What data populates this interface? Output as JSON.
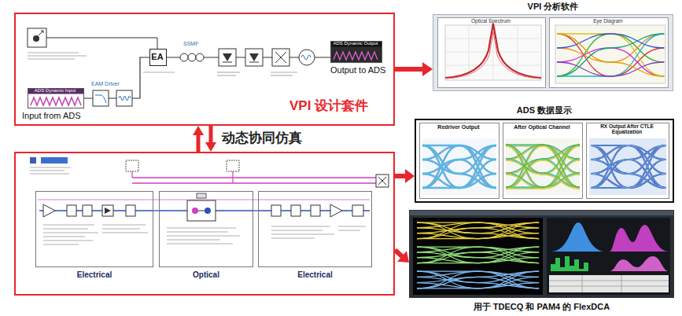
{
  "diagram": {
    "nodes": [
      {
        "text": [
          "VPI 设计套件"
        ]
      },
      {
        "text": [
          "ADS Dynamic Input",
          "Input from ADS"
        ],
        "in": 0
      },
      {
        "text": [
          "EA"
        ],
        "in": 0
      },
      {
        "text": [
          "ADS Dynamic Output",
          "Output to ADS"
        ],
        "in": 0
      },
      {
        "text": [
          "VPI 分析软件"
        ]
      },
      {
        "text": [
          "Optical Spectrum"
        ],
        "in": 4
      },
      {
        "text": [
          "Eye Diagram"
        ],
        "in": 4
      },
      {
        "text": []
      },
      {
        "text": [
          "Electrical"
        ],
        "in": 7
      },
      {
        "text": [
          "Optical"
        ],
        "in": 7
      },
      {
        "text": [
          "Electrical"
        ],
        "in": 7
      },
      {
        "text": [
          "ADS 数据显示"
        ]
      },
      {
        "text": [
          "Redriver Output"
        ],
        "in": 11
      },
      {
        "text": [
          "After Optical Channel"
        ],
        "in": 11
      },
      {
        "text": [
          "RX Output After CTLE Equalization"
        ],
        "in": 11
      },
      {
        "text": [
          "用于 TDECQ 和 PAM4 的 FlexDCA"
        ]
      }
    ],
    "edges": [
      {
        "from": 0,
        "to": 4,
        "arrow": "to"
      },
      {
        "from": 7,
        "to": 0,
        "arrow": "to"
      },
      {
        "from": 0,
        "to": 7,
        "arrow": "to",
        "label": "动态协同仿真"
      },
      {
        "from": 7,
        "to": 11,
        "arrow": "to"
      },
      {
        "from": 7,
        "to": 15,
        "arrow": "to"
      },
      {
        "from": 1,
        "to": 2,
        "arrow": "none"
      },
      {
        "from": 2,
        "to": 3,
        "arrow": "none"
      },
      {
        "from": 8,
        "to": 9,
        "arrow": "none"
      },
      {
        "from": 9,
        "to": 10,
        "arrow": "none"
      }
    ],
    "labels": [
      "EAM Driver",
      "SSMF"
    ]
  }
}
